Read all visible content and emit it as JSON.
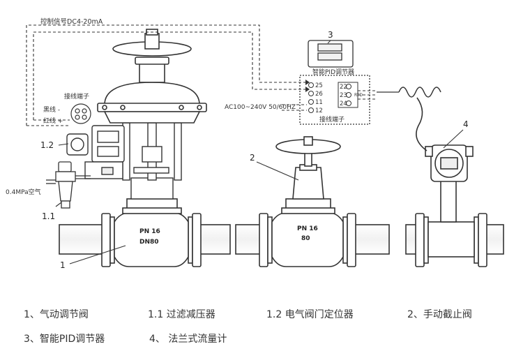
{
  "diagram": {
    "signal_label": "控制信号DC4-20mA",
    "terminal_label_left": "接线端子",
    "black_wire": "黑线 -",
    "red_wire": "红线 +",
    "air_label": "0.4MPa空气",
    "power_label": "AC100~240V 50/60HZ",
    "pid_title": "智能PID调节器",
    "pid_terminal_label": "接线端子",
    "rtd_label": "RTD",
    "pid_terminals_left": [
      "25",
      "26",
      "11",
      "12"
    ],
    "pid_terminals_right": [
      "22",
      "23",
      "24"
    ],
    "valve1_marking": [
      "PN 16",
      "DN80"
    ],
    "valve2_marking": [
      "PN 16",
      "80"
    ],
    "callouts": [
      "1",
      "1.1",
      "1.2",
      "2",
      "3",
      "4"
    ]
  },
  "legend": [
    "1、气动调节阀",
    "1.1 过滤减压器",
    "1.2 电气阀门定位器",
    "2、手动截止阀",
    "3、智能PID调节器",
    "4、 法兰式流量计"
  ],
  "colors": {
    "line": "#333333",
    "accent_blue": "#7fb0d8",
    "text": "#333333"
  }
}
